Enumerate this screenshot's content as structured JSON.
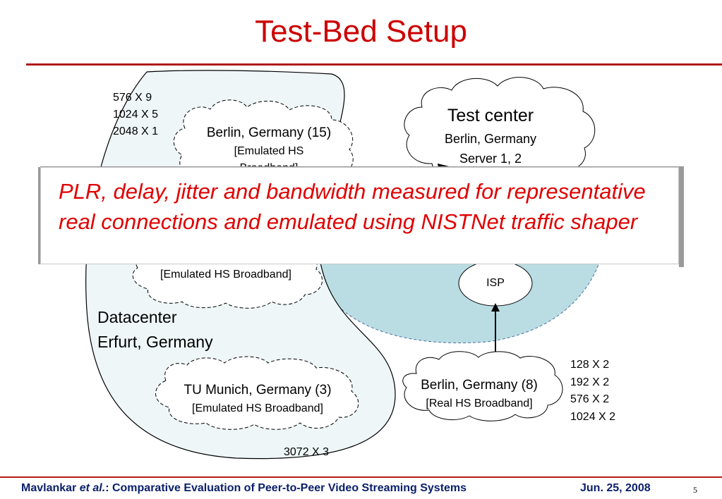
{
  "title": "Test-Bed Setup",
  "callout": "PLR, delay, jitter and bandwidth measured for representative real connections and emulated using NISTNet traffic shaper",
  "nodes": {
    "berlin15": {
      "name": "Berlin, Germany (15)",
      "sub1": "[Emulated HS",
      "sub2": "Broadband]"
    },
    "peers_top": [
      "576 X 9",
      "1024 X 5",
      "2048 X 1"
    ],
    "test_center": {
      "name": "Test center",
      "sub1": "Berlin, Germany",
      "sub2": "Server 1, 2"
    },
    "emulated_mid": {
      "sub": "[Emulated HS Broadband]"
    },
    "isp": "ISP",
    "datacenter": {
      "line1": "Datacenter",
      "line2": "Erfurt, Germany"
    },
    "tu_munich": {
      "name": "TU Munich, Germany (3)",
      "sub": "[Emulated HS Broadband]"
    },
    "peers_bottom": "3072 X 3",
    "berlin8": {
      "name": "Berlin, Germany (8)",
      "sub": "[Real HS Broadband]"
    },
    "peers_right": [
      "128 X 2",
      "192 X 2",
      "576 X 2",
      "1024 X 2"
    ]
  },
  "colors": {
    "title": "#cc0000",
    "callout_text": "#e00000",
    "rule": "#b11a1a",
    "footer_text": "#0a1f6b",
    "datacenter_fill": "#eef6f8",
    "isp_region_fill": "#b9dde3"
  },
  "footer": {
    "author": "Mavlankar",
    "etal": "et al.",
    "title": ": Comparative Evaluation of Peer-to-Peer Video Streaming Systems",
    "date": "Jun. 25, 2008",
    "page": "5"
  }
}
